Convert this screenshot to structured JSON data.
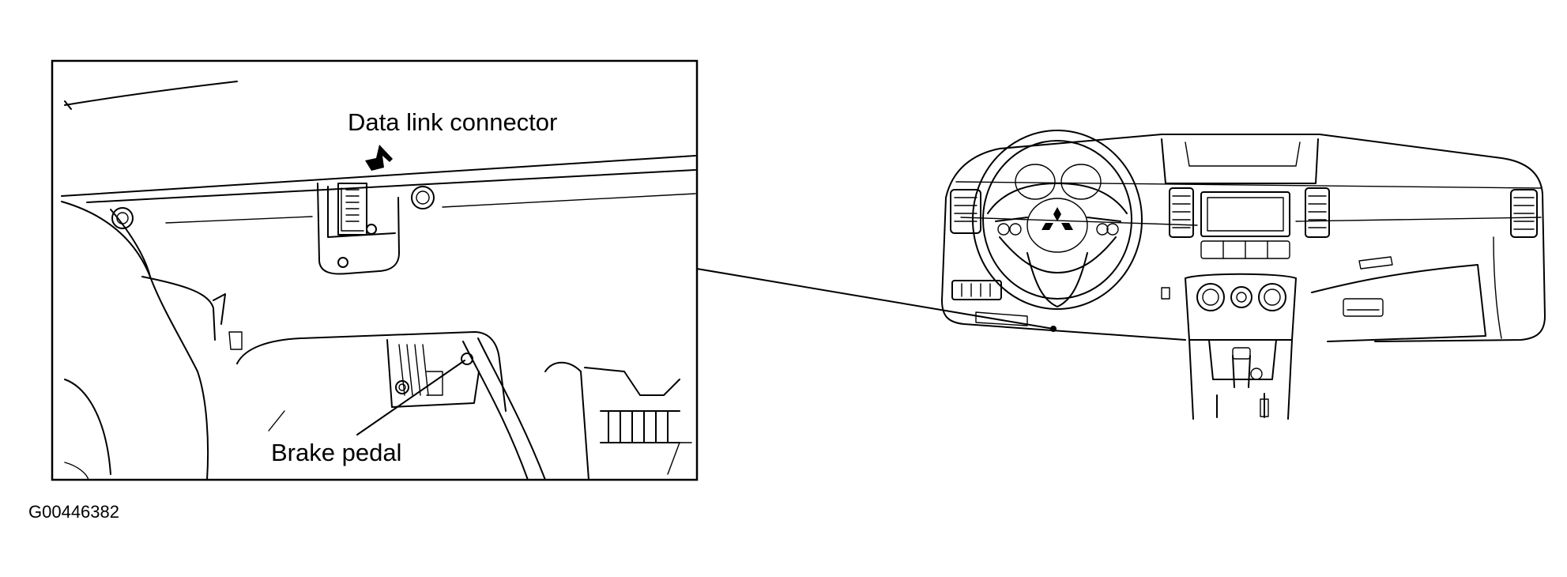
{
  "callouts": {
    "data_link_connector": "Data link connector",
    "brake_pedal": "Brake pedal"
  },
  "figure_code": "G00446382",
  "icons": {
    "pointer_arrow": "arrow-icon",
    "brand_emblem": "three-diamond-emblem-icon"
  }
}
